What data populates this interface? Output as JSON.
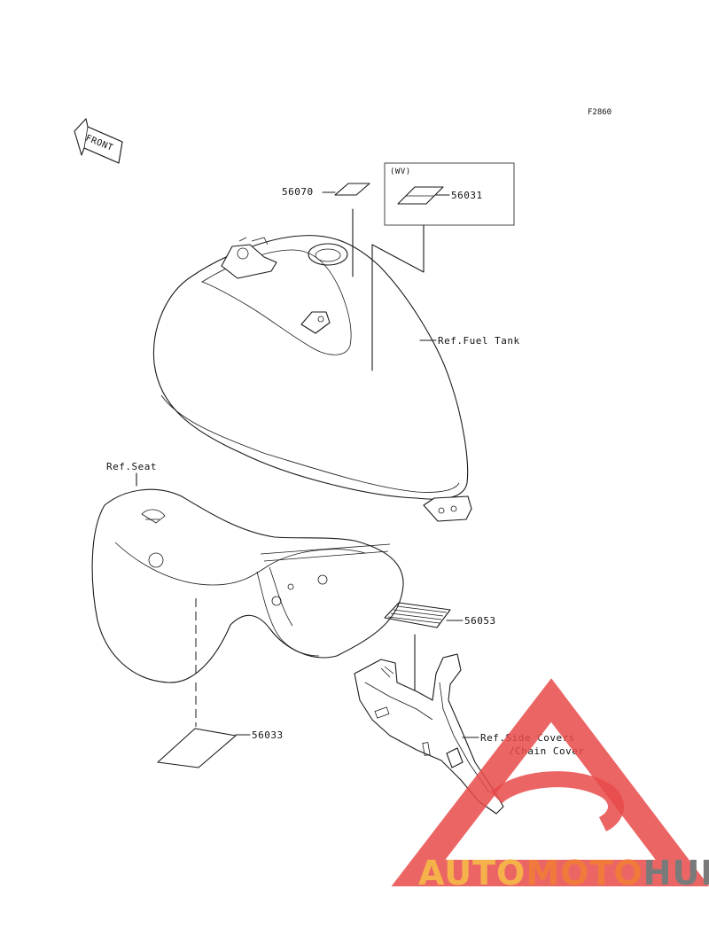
{
  "figure_code": "F2860",
  "front_label": "FRONT",
  "parts": {
    "p56070": "56070",
    "p56031": "56031",
    "p56053": "56053",
    "p56033": "56033"
  },
  "variant_box_label": "(WV)",
  "refs": {
    "fuel_tank": "Ref.Fuel Tank",
    "seat": "Ref.Seat",
    "side_covers_line1": "Ref.Side Covers",
    "side_covers_line2": "/Chain Cover"
  },
  "watermark": {
    "part1": "AUTO",
    "part2": "MOTO",
    "part3": "HUB",
    "color_light": "#f6b24a",
    "color_orange": "#f07a3c",
    "color_gray": "#7a7a7a",
    "triangle_color": "#e94a4a"
  }
}
